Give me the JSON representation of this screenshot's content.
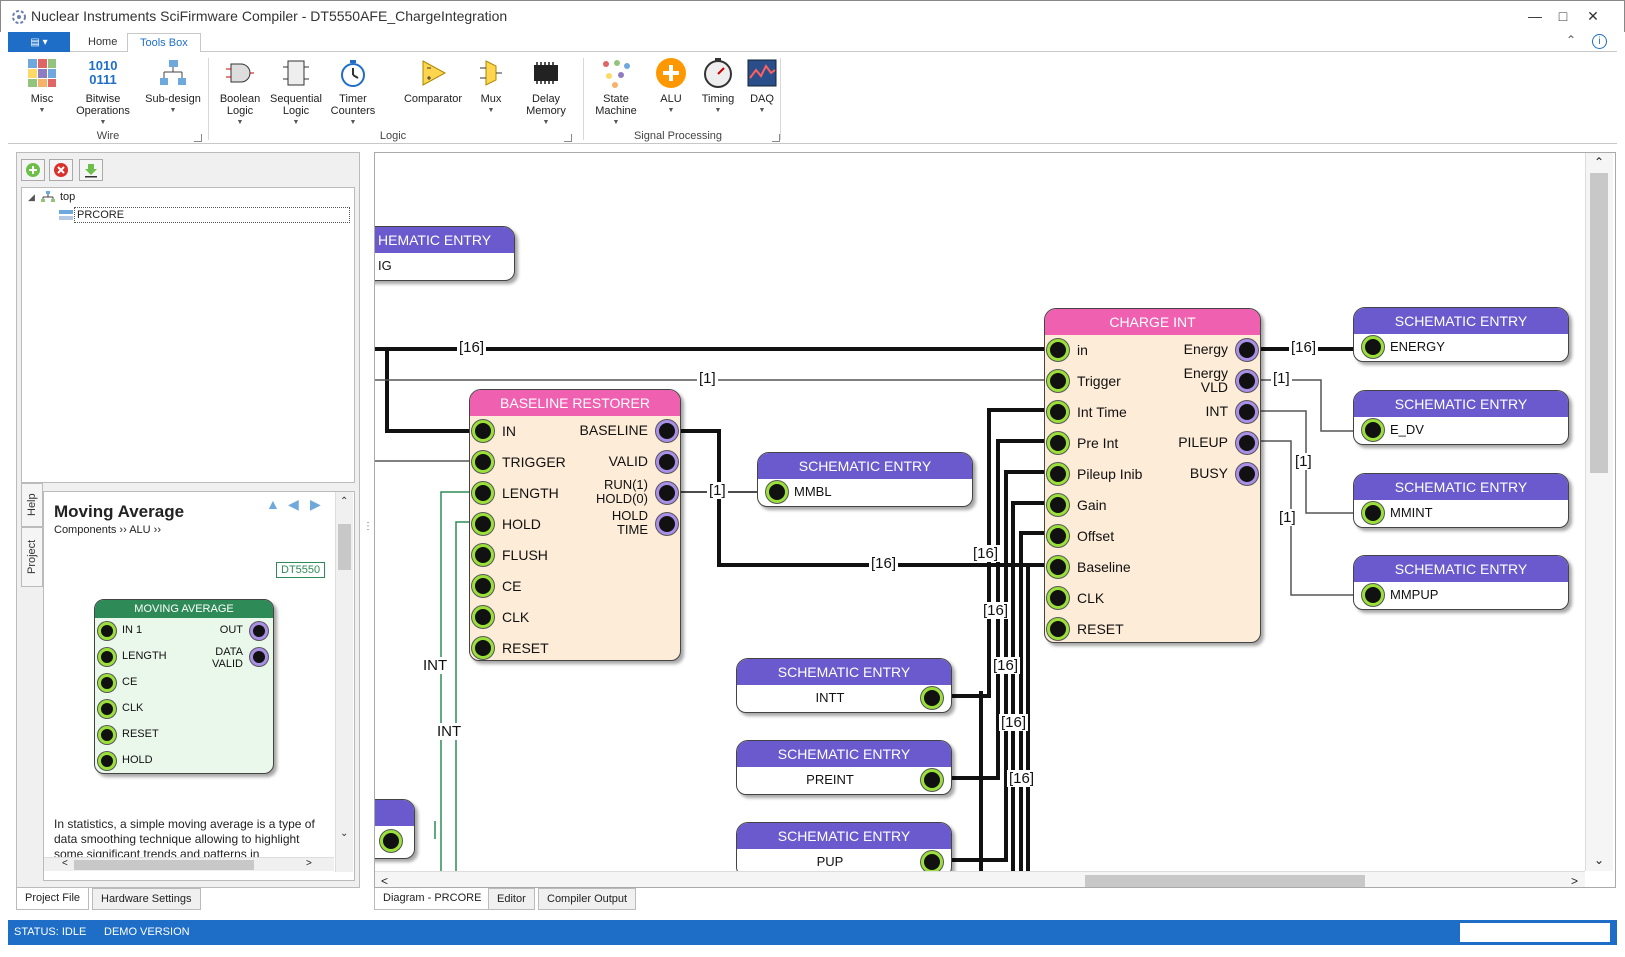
{
  "window": {
    "title": "Nuclear Instruments SciFirmware Compiler - DT5550AFE_ChargeIntegration"
  },
  "ribbon_tabs": {
    "home": "Home",
    "toolsbox": "Tools Box"
  },
  "ribbon": {
    "misc": "Misc",
    "bitwise_icon": "1010\n0111",
    "bitwise": "Bitwise Operations",
    "subdesign": "Sub-design",
    "boolean": "Boolean Logic",
    "sequential": "Sequential Logic",
    "timer": "Timer Counters",
    "comparator": "Comparator",
    "mux": "Mux",
    "delay": "Delay Memory",
    "state": "State Machine",
    "alu": "ALU",
    "timing": "Timing",
    "daq": "DAQ",
    "group_wire": "Wire",
    "group_logic": "Logic",
    "group_sp": "Signal Processing"
  },
  "tree": {
    "root": "top",
    "child": "PRCORE"
  },
  "help": {
    "title": "Moving Average",
    "breadcrumb": "Components ›› ALU ››",
    "badge": "DT5550",
    "block_title": "MOVING AVERAGE",
    "ports_in": [
      "IN 1",
      "LENGTH",
      "CE",
      "CLK",
      "RESET",
      "HOLD"
    ],
    "ports_out": [
      "OUT",
      "DATA\nVALID"
    ],
    "text": "In statistics, a simple moving average is a type of data smoothing technique allowing to highlight some significant trends and patterns in"
  },
  "side_tabs": {
    "help": "Help",
    "project": "Project"
  },
  "left_bottom_tabs": {
    "project_file": "Project File",
    "hardware": "Hardware Settings"
  },
  "canvas_tabs": {
    "diagram": "Diagram - PRCORE",
    "editor": "Editor",
    "compiler": "Compiler Output"
  },
  "diagram": {
    "entry_header": "SCHEMATIC ENTRY",
    "entry_partial_header": "HEMATIC ENTRY",
    "entry_partial_label": "IG",
    "baseline": {
      "title": "BASELINE RESTORER",
      "in": [
        "IN",
        "TRIGGER",
        "LENGTH",
        "HOLD",
        "FLUSH",
        "CE",
        "CLK",
        "RESET"
      ],
      "out": [
        "BASELINE",
        "VALID",
        "RUN(1)\nHOLD(0)",
        "HOLD\nTIME"
      ]
    },
    "charge": {
      "title": "CHARGE INT",
      "in": [
        "in",
        "Trigger",
        "Int Time",
        "Pre Int",
        "Pileup Inib",
        "Gain",
        "Offset",
        "Baseline",
        "CLK",
        "RESET"
      ],
      "out": [
        "Energy",
        "Energy\nVLD",
        "INT",
        "PILEUP",
        "BUSY"
      ]
    },
    "entries_right": [
      "ENERGY",
      "E_DV",
      "MMINT",
      "MMPUP"
    ],
    "entry_mmbl": "MMBL",
    "entries_bottom": [
      "INTT",
      "PREINT",
      "PUP"
    ],
    "wire_labels": {
      "w16": "[16]",
      "w1": "[1]",
      "int": "INT"
    }
  },
  "status": {
    "state": "STATUS: IDLE",
    "version": "DEMO VERSION"
  }
}
